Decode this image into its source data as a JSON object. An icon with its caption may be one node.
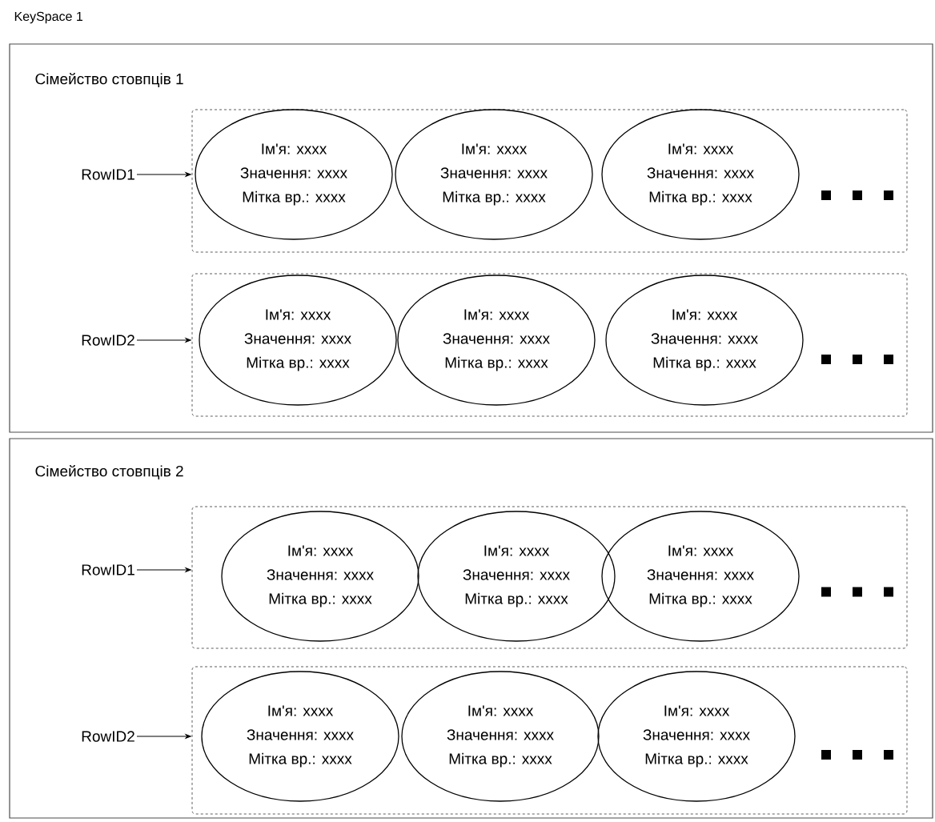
{
  "diagram": {
    "nodes": [
      {
        "text": [
          "Сімейство стовпців 1"
        ]
      },
      {
        "text": [
          "RowID1"
        ],
        "in": 0
      },
      {
        "text": [],
        "shape": "box",
        "in": 0
      },
      {
        "text": [
          "Ім'я: xxxx",
          "Значення: xxxx",
          "Мітка вр.: xxxx"
        ],
        "in": 2
      },
      {
        "text": [
          "Ім'я: xxxx",
          "Значення: xxxx",
          "Мітка вр.: xxxx"
        ],
        "in": 2
      },
      {
        "text": [
          "Ім'я: xxxx",
          "Значення: xxxx",
          "Мітка вр.: xxxx"
        ],
        "in": 2
      },
      {
        "text": [
          "RowID2"
        ],
        "in": 0
      },
      {
        "text": [],
        "shape": "box",
        "in": 0
      },
      {
        "text": [
          "Ім'я: xxxx",
          "Значення: xxxx",
          "Мітка вр.: xxxx"
        ],
        "in": 7
      },
      {
        "text": [
          "Ім'я: xxxx",
          "Значення: xxxx",
          "Мітка вр.: xxxx"
        ],
        "in": 7
      },
      {
        "text": [
          "Ім'я: xxxx",
          "Значення: xxxx",
          "Мітка вр.: xxxx"
        ],
        "in": 7
      },
      {
        "text": [
          "Сімейство стовпців 2"
        ]
      },
      {
        "text": [
          "RowID1"
        ],
        "in": 11
      },
      {
        "text": [],
        "shape": "box",
        "in": 11
      },
      {
        "text": [
          "Ім'я: xxxx",
          "Значення: xxxx",
          "Мітка вр.: xxxx"
        ],
        "in": 13
      },
      {
        "text": [
          "Ім'я: xxxx",
          "Значення: xxxx",
          "Мітка вр.: xxxx"
        ],
        "in": 13
      },
      {
        "text": [
          "Ім'я: xxxx",
          "Значення: xxxx",
          "Мітка вр.: xxxx"
        ],
        "in": 13
      },
      {
        "text": [
          "RowID2"
        ],
        "in": 11
      },
      {
        "text": [],
        "shape": "box",
        "in": 11
      },
      {
        "text": [
          "Ім'я: xxxx",
          "Значення: xxxx",
          "Мітка вр.: xxxx"
        ],
        "in": 18
      },
      {
        "text": [
          "Ім'я: xxxx",
          "Значення: xxxx",
          "Мітка вр.: xxxx"
        ],
        "in": 18
      },
      {
        "text": [
          "Ім'я: xxxx",
          "Значення: xxxx",
          "Мітка вр.: xxxx"
        ],
        "in": 18
      }
    ],
    "edges": [
      {
        "from": 1,
        "to": 2,
        "arrow": "to"
      },
      {
        "from": 6,
        "to": 7,
        "arrow": "to"
      },
      {
        "from": 12,
        "to": 13,
        "arrow": "to"
      },
      {
        "from": 17,
        "to": 18,
        "arrow": "to"
      }
    ],
    "labels": [
      "KeySpace 1"
    ]
  }
}
